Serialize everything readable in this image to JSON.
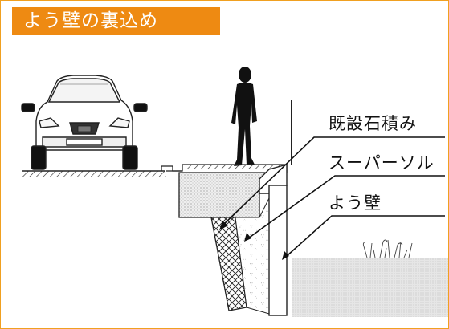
{
  "title": "よう壁の裏込め",
  "labels": {
    "existing_masonry": "既設石積み",
    "super_soil": "スーパーソル",
    "retaining_wall": "よう壁"
  },
  "colors": {
    "title_bg": "#ee8a12",
    "frame_border": "#f0a020",
    "leader_lines": "#111111"
  }
}
